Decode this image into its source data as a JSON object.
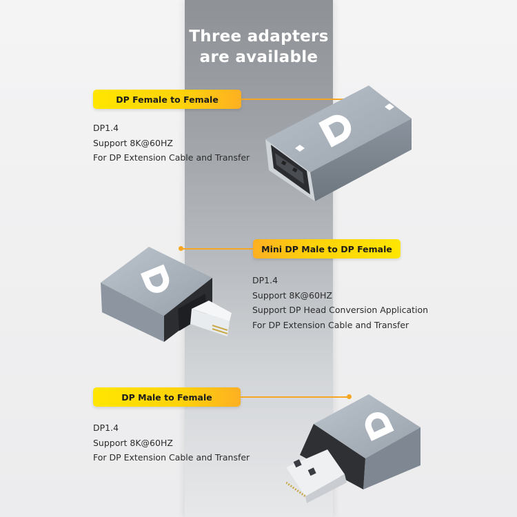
{
  "headline": {
    "line1": "Three adapters",
    "line2": "are available"
  },
  "adapters": [
    {
      "label": "DP Female to Female",
      "specs": [
        "DP1.4",
        "Support 8K@60HZ",
        "For DP Extension Cable and Transfer"
      ],
      "logo_glyph": "D"
    },
    {
      "label": "Mini DP Male to DP Female",
      "specs": [
        "DP1.4",
        "Support 8K@60HZ",
        "Support DP Head Conversion Application",
        "For DP Extension Cable and Transfer"
      ],
      "logo_glyph": "D"
    },
    {
      "label": "DP Male to Female",
      "specs": [
        "DP1.4",
        "Support 8K@60HZ",
        "For DP Extension Cable and Transfer"
      ],
      "logo_glyph": "D"
    }
  ],
  "colors": {
    "accent_yellow": "#ffe600",
    "accent_orange": "#f6a623",
    "band_gray": "#9fa3a8",
    "adapter_body": "#9aa3ad"
  }
}
